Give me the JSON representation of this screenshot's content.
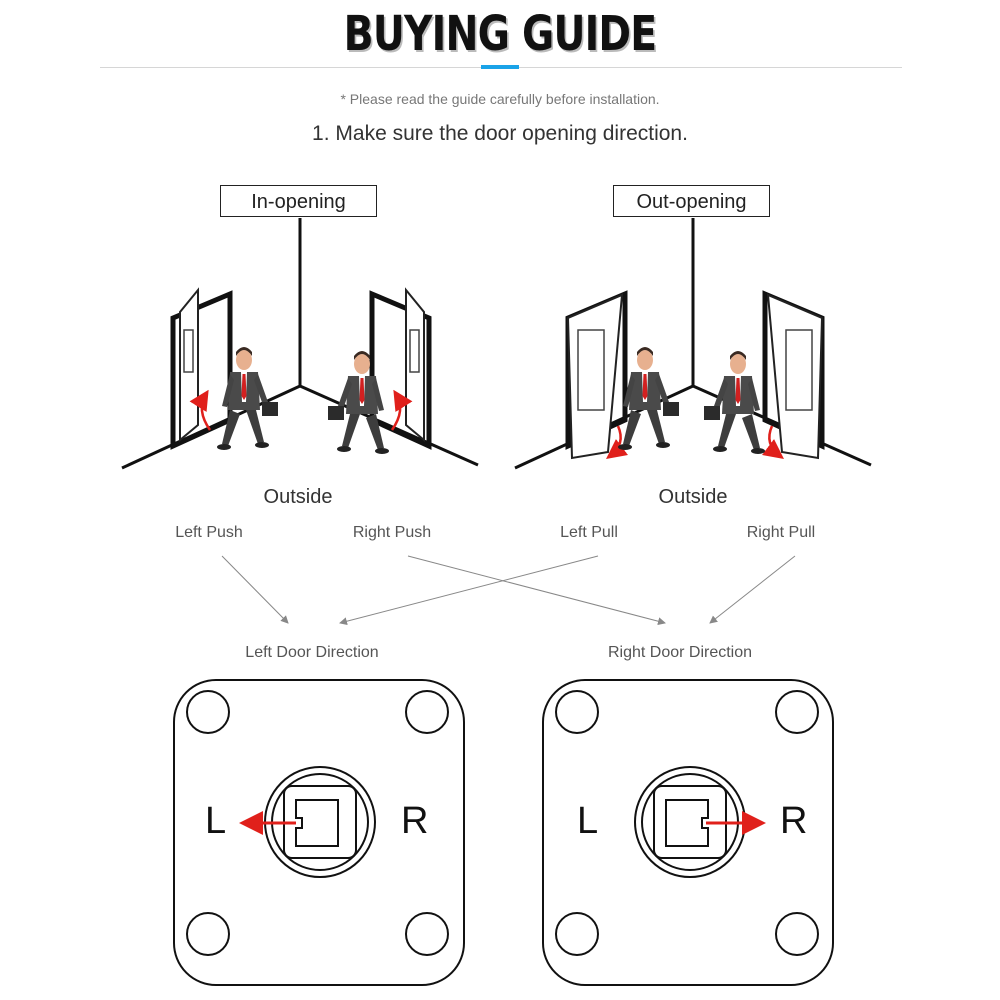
{
  "header": {
    "title": "BUYING GUIDE",
    "note": "Please read the guide carefully before installation.",
    "note_icon": "asterisk-icon",
    "step": "1. Make sure the door opening direction."
  },
  "diagrams": {
    "in_opening": {
      "label": "In-opening",
      "side": "Outside"
    },
    "out_opening": {
      "label": "Out-opening",
      "side": "Outside"
    }
  },
  "options": {
    "left_push": "Left Push",
    "right_push": "Right Push",
    "left_pull": "Left Pull",
    "right_pull": "Right Pull"
  },
  "directions": {
    "left": {
      "label": "Left Door Direction",
      "l": "L",
      "r": "R"
    },
    "right": {
      "label": "Right Door Direction",
      "l": "L",
      "r": "R"
    }
  },
  "colors": {
    "accent": "#1aa3e8",
    "arrow_red": "#e0201b",
    "suit": "#4a4a4a",
    "tie": "#d22020"
  }
}
